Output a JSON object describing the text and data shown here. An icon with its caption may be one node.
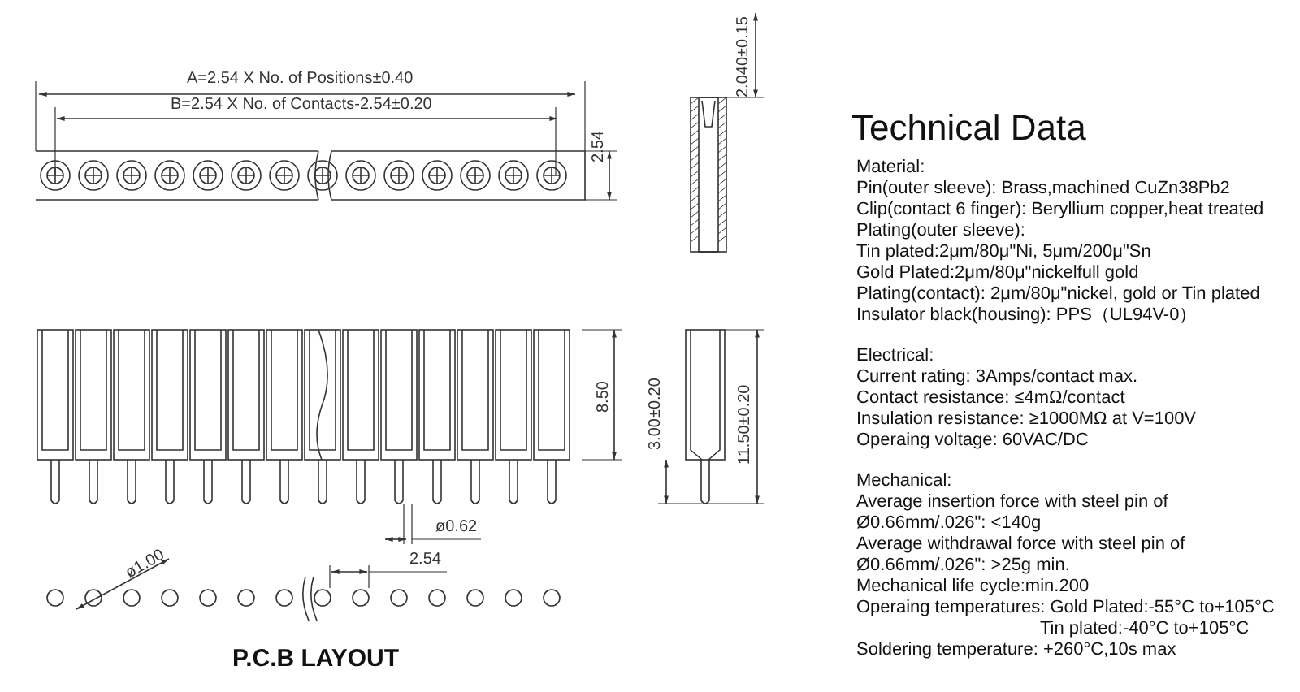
{
  "diagram": {
    "title": "Technical Data",
    "labels": [
      "2.040±0.15",
      "A=2.54 X No. of Positions±0.40",
      "B=2.54 X No. of Contacts-2.54±0.20",
      "2.54",
      "8.50",
      "3.00±0.20",
      "11.50±0.20",
      "ø0.62",
      "ø1.00",
      "2.54",
      "P.C.B LAYOUT",
      "Material:",
      "Pin(outer sleeve): Brass,machined CuZn38Pb2",
      "Clip(contact 6 finger): Beryllium copper,heat treated",
      "Plating(outer sleeve):",
      "Tin plated:2μm/80μ\"Ni, 5μm/200μ\"Sn",
      "Gold Plated:2μm/80μ\"nickelfull gold",
      "Plating(contact): 2μm/80μ\"nickel, gold or Tin plated",
      "Insulator black(housing): PPS（UL94V-0）",
      "Electrical:",
      "Current rating: 3Amps/contact max.",
      "Contact resistance: ≤4mΩ/contact",
      "Insulation resistance: ≥1000MΩ at V=100V",
      "Operaing voltage: 60VAC/DC",
      "Mechanical:",
      "Average insertion force with steel pin of Ø0.66mm/.026\": <140g",
      "Average withdrawal force with steel pin of Ø0.66mm/.026\": >25g min.",
      "Mechanical life cycle:min.200",
      "Operaing temperatures: Gold Plated:-55°C to+105°C",
      "Tin plated:-40°C to+105°C",
      "Soldering temperature: +260°C,10s max"
    ]
  }
}
